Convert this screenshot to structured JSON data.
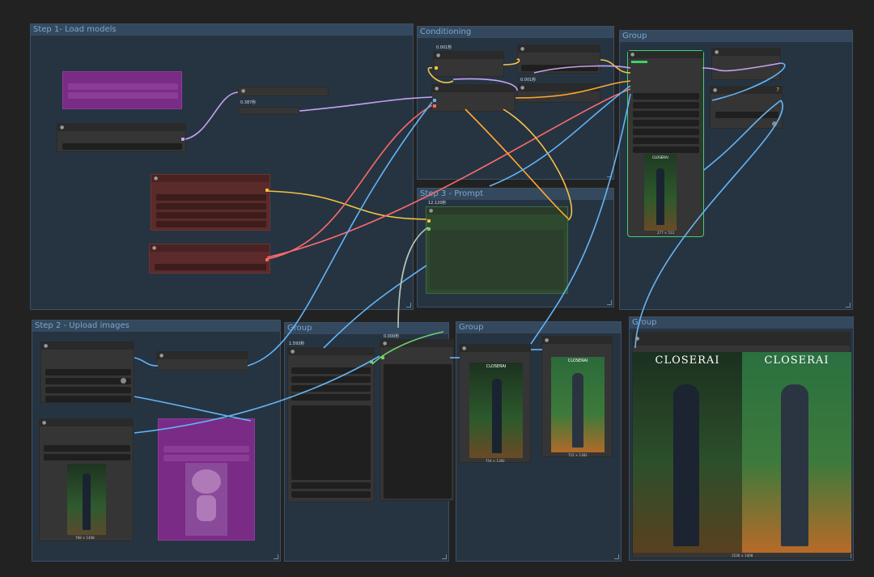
{
  "groups": {
    "load_models": "Step 1- Load models",
    "conditioning": "Conditioning",
    "group_top_right": "Group",
    "prompt": "Step 3 - Prompt",
    "upload_images": "Step 2 - Upload images",
    "group_mid": "Group",
    "group_compare": "Group",
    "group_final": "Group"
  },
  "timings": {
    "t1": "0.387秒",
    "t2": "0.001秒",
    "t3": "0.001秒",
    "t4": "12.120秒",
    "t5": "1.593秒",
    "t6": "0.000秒"
  },
  "image_sizes": {
    "preview_top": "277 × 512",
    "upload_photo": "768 × 1408",
    "compare_a": "754 × 1392",
    "compare_b": "752 × 1392",
    "final": "1536 × 1408"
  },
  "brand_text": "CLOSERAI",
  "warning_glyph": "?",
  "colors": {
    "background": "#222222",
    "group_fill": "#263442",
    "wire_clip": "#f6c343",
    "wire_model": "#c8a2f0",
    "wire_image": "#64b5f6",
    "wire_vae": "#ff6b6b",
    "wire_mask": "#6fcf6f",
    "wire_cond": "#ffa931"
  }
}
